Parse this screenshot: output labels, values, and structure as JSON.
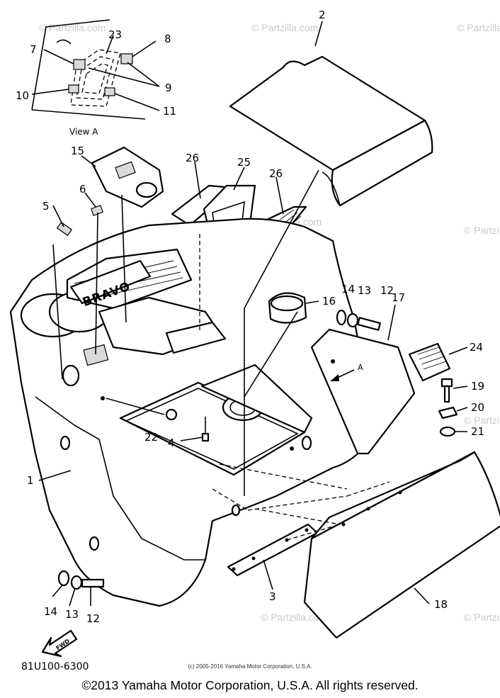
{
  "watermark": "© Partzilla.com",
  "view_label": "View A",
  "arrow_label": "A",
  "badge_text": "BRAVO",
  "fwd_label": "FWD",
  "catalog_code": "81U100-6300",
  "small_copyright": "(c) 2005-2016 Yamaha Motor Corporation, U.S.A.",
  "copyright": "©2013 Yamaha Motor Corporation, U.S.A. All rights reserved.",
  "callouts": {
    "c1": "1",
    "c2": "2",
    "c3": "3",
    "c4": "4",
    "c5": "5",
    "c6": "6",
    "c7": "7",
    "c8": "8",
    "c9": "9",
    "c10": "10",
    "c11": "11",
    "c12a": "12",
    "c12b": "12",
    "c13a": "13",
    "c13b": "13",
    "c14a": "14",
    "c14b": "14",
    "c15": "15",
    "c16": "16",
    "c17": "17",
    "c18": "18",
    "c19": "19",
    "c20": "20",
    "c21": "21",
    "c22": "22",
    "c23": "23",
    "c24": "24",
    "c25": "25",
    "c26a": "26",
    "c26b": "26"
  }
}
